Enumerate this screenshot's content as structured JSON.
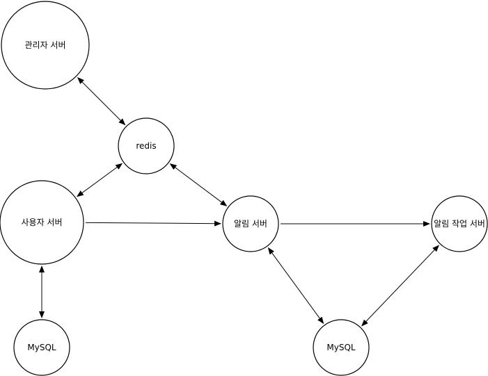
{
  "nodes": [
    {
      "id": "admin",
      "label": "관리자 서버"
    },
    {
      "id": "redis",
      "label": "redis"
    },
    {
      "id": "user",
      "label": "사용자 서버"
    },
    {
      "id": "notify",
      "label": "알림 서버"
    },
    {
      "id": "worker",
      "label": "알림 작업 서버"
    },
    {
      "id": "mysql_user",
      "label": "MySQL"
    },
    {
      "id": "mysql_notify",
      "label": "MySQL"
    }
  ],
  "edges": [
    {
      "from": "admin",
      "to": "redis",
      "direction": "both"
    },
    {
      "from": "redis",
      "to": "user",
      "direction": "both"
    },
    {
      "from": "redis",
      "to": "notify",
      "direction": "both"
    },
    {
      "from": "user",
      "to": "notify",
      "direction": "forward"
    },
    {
      "from": "notify",
      "to": "worker",
      "direction": "forward"
    },
    {
      "from": "user",
      "to": "mysql_user",
      "direction": "both"
    },
    {
      "from": "notify",
      "to": "mysql_notify",
      "direction": "both"
    },
    {
      "from": "worker",
      "to": "mysql_notify",
      "direction": "both"
    }
  ],
  "colors": {
    "stroke": "#000000",
    "fill": "#ffffff"
  }
}
